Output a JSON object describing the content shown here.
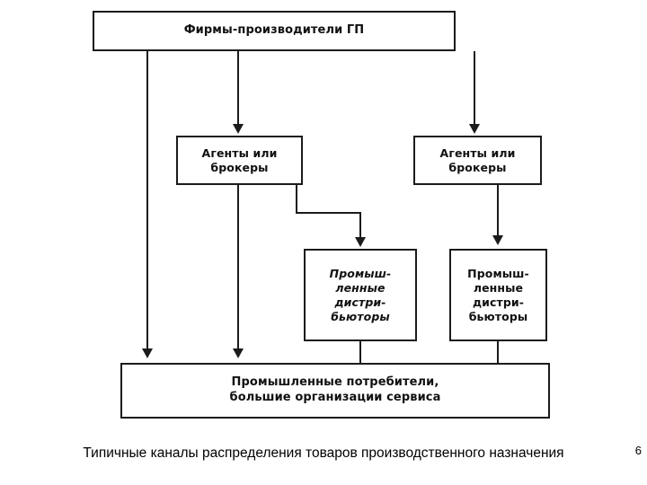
{
  "diagram": {
    "type": "flowchart",
    "nodes": [
      {
        "id": "producers",
        "label": "Фирмы-производители ГП"
      },
      {
        "id": "agents-left",
        "label": "Агенты или\nброкеры"
      },
      {
        "id": "agents-right",
        "label": "Агенты или\nброкеры"
      },
      {
        "id": "distributors-mid",
        "label": "Промыш-\nленные\nдистри-\nбьюторы"
      },
      {
        "id": "distributors-right",
        "label": "Промыш-\nленные\nдистри-\nбьюторы"
      },
      {
        "id": "consumers",
        "label": "Промышленные потребители,\nбольшие организации сервиса"
      }
    ],
    "edges": [
      {
        "from": "producers",
        "to": "consumers"
      },
      {
        "from": "producers",
        "to": "agents-left"
      },
      {
        "from": "producers",
        "to": "agents-right"
      },
      {
        "from": "agents-left",
        "to": "consumers"
      },
      {
        "from": "agents-left",
        "to": "distributors-mid"
      },
      {
        "from": "agents-right",
        "to": "distributors-right"
      },
      {
        "from": "distributors-mid",
        "to": "consumers"
      },
      {
        "from": "distributors-right",
        "to": "consumers"
      }
    ]
  },
  "caption": {
    "text": "Типичные каналы распределения товаров производственного назначения",
    "page_number": "6"
  },
  "colors": {
    "stroke": "#1b1b1b",
    "background": "#ffffff",
    "text": "#111111"
  }
}
